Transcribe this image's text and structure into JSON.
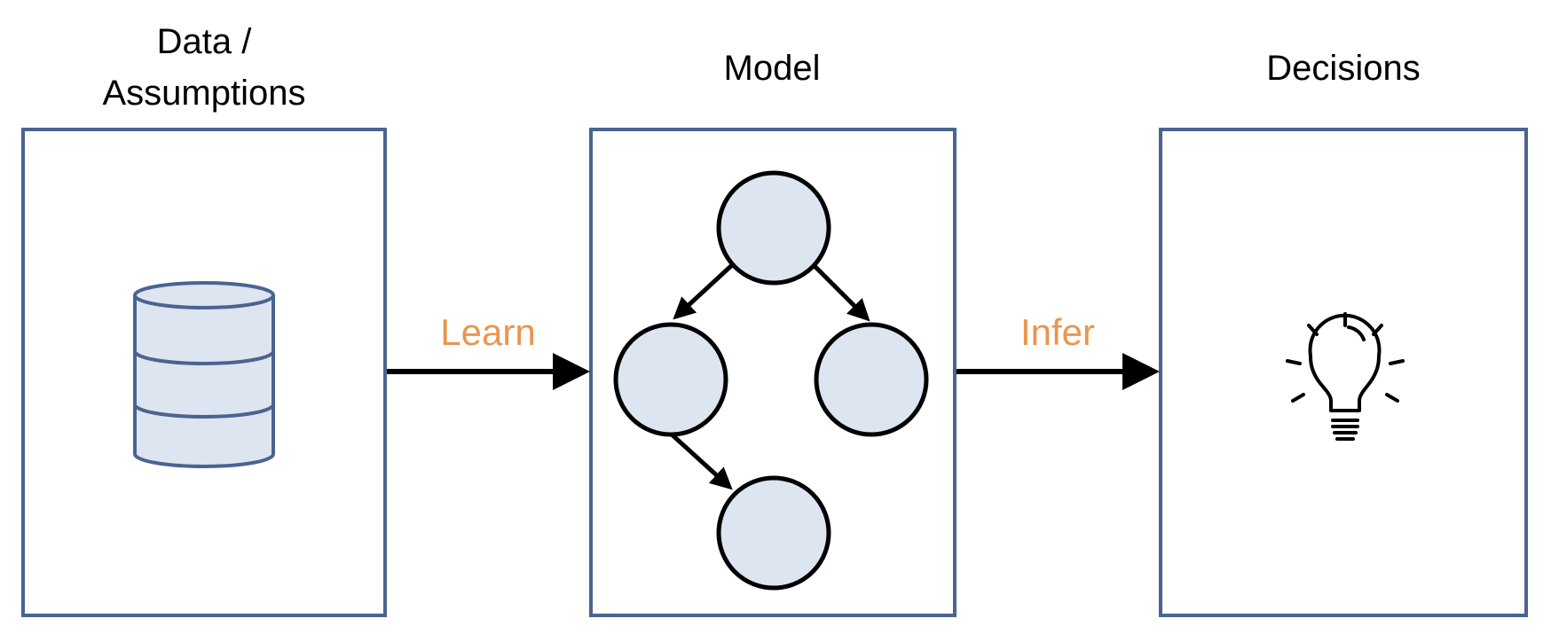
{
  "stages": {
    "data": {
      "title_line1": "Data /",
      "title_line2": "Assumptions",
      "icon": "database-icon"
    },
    "model": {
      "title": "Model",
      "icon": "graph-network"
    },
    "decisions": {
      "title": "Decisions",
      "icon": "lightbulb-icon"
    }
  },
  "edges": {
    "learn": "Learn",
    "infer": "Infer"
  },
  "colors": {
    "box_border": "#4a6491",
    "node_fill": "#dde5f0",
    "edge_label": "#e8964f",
    "arrow": "#000000"
  }
}
